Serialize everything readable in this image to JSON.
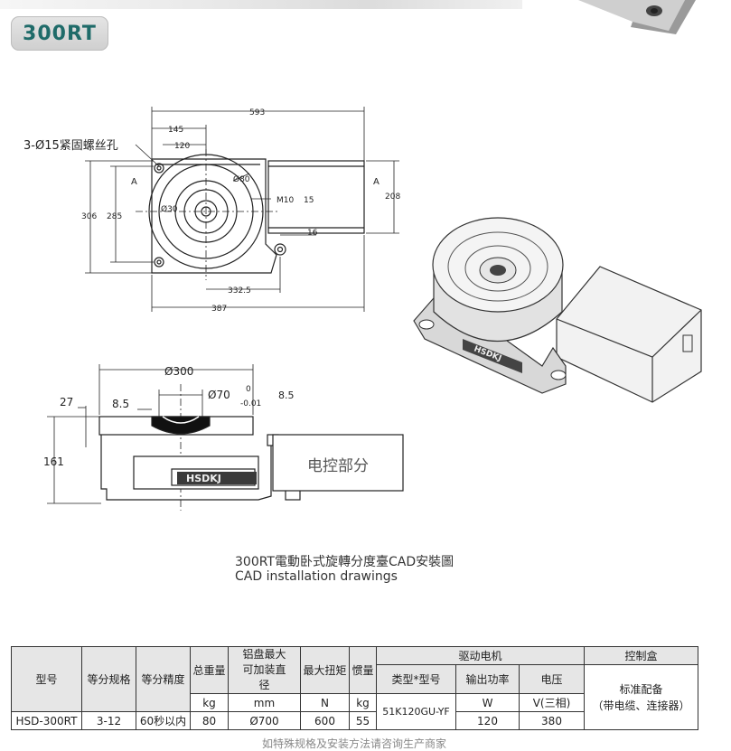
{
  "header": {
    "model_badge": "300RT"
  },
  "drawing_top": {
    "hole_note": "3-Ø15紧固螺丝孔",
    "dims": {
      "total_length": "593",
      "d145": "145",
      "d120": "120",
      "height_left_outer": "306",
      "height_left_inner": "285",
      "motor_height": "208",
      "bore_dia": "Ø80",
      "inner_dia": "Ø30",
      "thread": "M10",
      "thread_depth": "15",
      "d16": "16",
      "d332": "332.5",
      "d387": "387",
      "section_a_left": "A",
      "section_a_right": "A"
    }
  },
  "drawing_side": {
    "dims": {
      "table_dia": "Ø300",
      "shaft_dia": "Ø70",
      "tol_upper": "0",
      "tol_lower": "-0.01",
      "depth_mark": "8.5",
      "d27": "27",
      "d85": "8.5",
      "d161": "161"
    },
    "electrical_label": "电控部分",
    "brand": "HSDKJ"
  },
  "iso_view": {
    "brand": "HSDKJ"
  },
  "caption": {
    "line1": "300RT電動卧式旋轉分度臺CAD安裝圖",
    "line2": "CAD installation drawings"
  },
  "table": {
    "headers": {
      "model": "型号",
      "index_spec": "等分规格",
      "index_accuracy": "等分精度",
      "total_weight": "总重量",
      "plate_max": "铝盘最大可加装直径",
      "max_torque": "最大扭矩",
      "inertia": "惯量",
      "drive_motor": "驱动电机",
      "control_box": "控制盒",
      "motor_type": "类型*型号",
      "output_power": "输出功率",
      "voltage": "电压"
    },
    "units": {
      "weight": "kg",
      "diameter": "mm",
      "torque": "N",
      "inertia": "kg",
      "power": "W",
      "voltage": "V(三相)"
    },
    "row": {
      "model": "HSD-300RT",
      "index_spec": "3-12",
      "index_accuracy": "60秒以内",
      "total_weight": "80",
      "plate_max": "Ø700",
      "max_torque": "600",
      "inertia": "55",
      "motor_type": "51K120GU-YF",
      "output_power": "120",
      "voltage": "380",
      "control_box_line1": "标准配备",
      "control_box_line2": "（带电缆、连接器）"
    }
  },
  "footer": {
    "cut_text": "如特殊规格及安装方法请咨询生产商家"
  }
}
